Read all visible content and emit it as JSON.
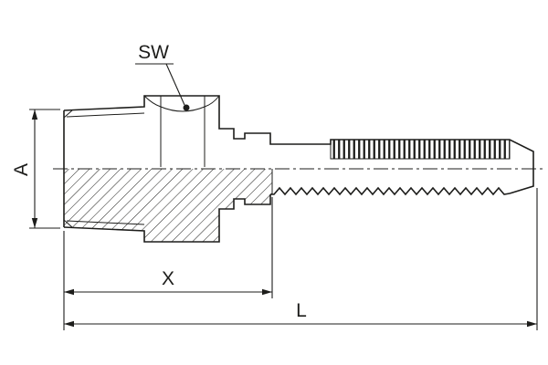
{
  "drawing": {
    "labels": {
      "sw": "SW",
      "a": "A",
      "x": "X",
      "l": "L"
    },
    "colors": {
      "ink": "#1d1d1b",
      "background": "#ffffff"
    }
  }
}
